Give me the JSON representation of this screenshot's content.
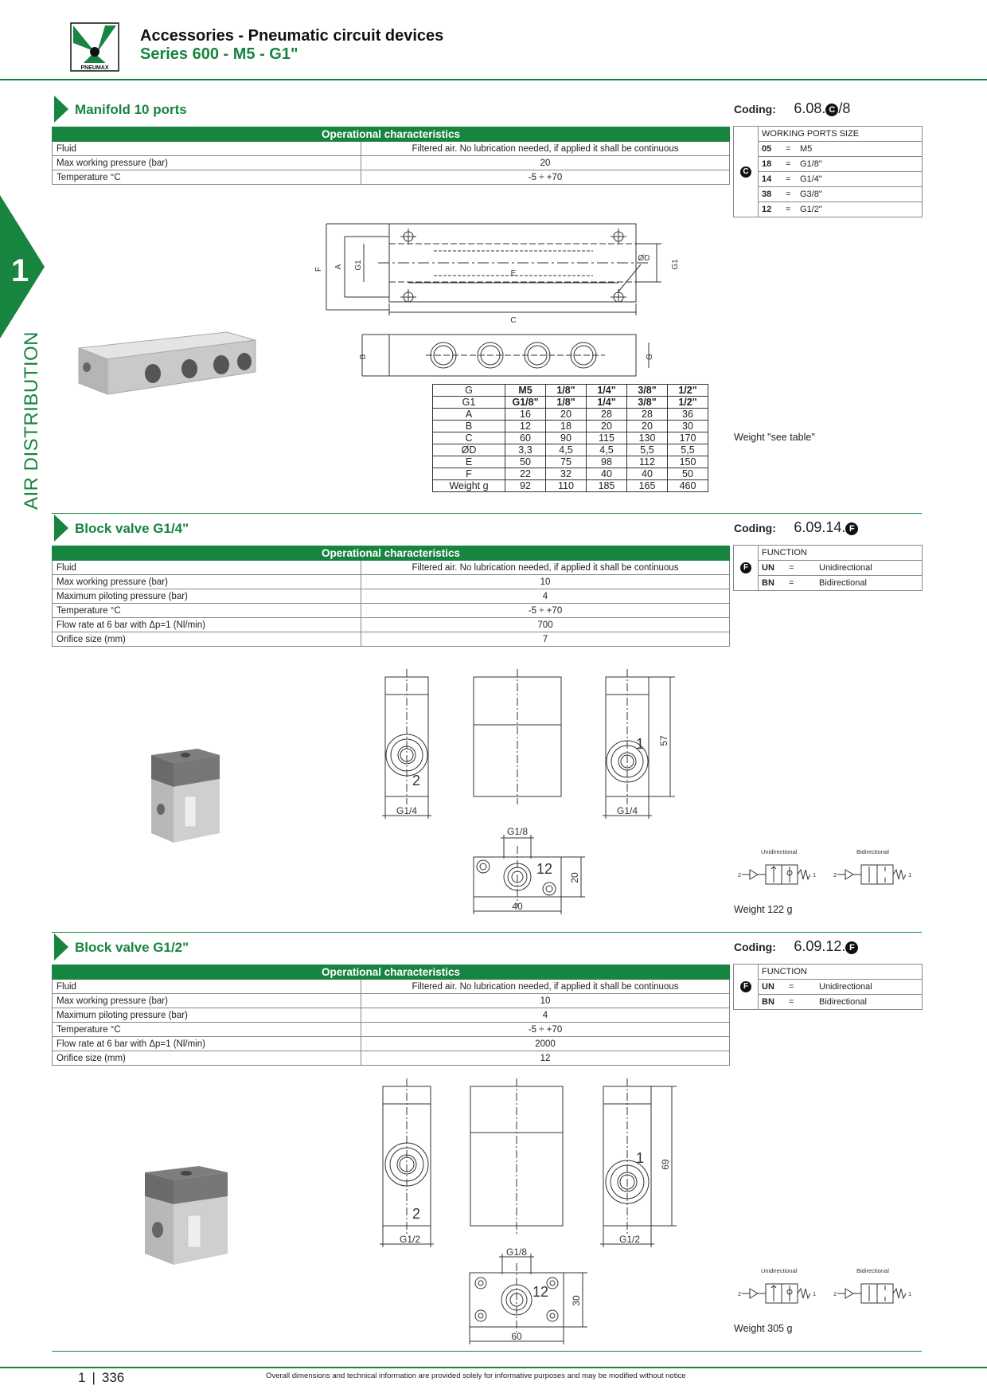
{
  "header": {
    "brand": "PNEUMAX",
    "title": "Accessories - Pneumatic circuit devices",
    "subtitle": "Series 600 - M5 - G1\""
  },
  "side_tab": {
    "number": "1",
    "label": "AIR DISTRIBUTION"
  },
  "manifold": {
    "title": "Manifold 10 ports",
    "coding_label": "Coding:",
    "coding_prefix": "6.08.",
    "coding_bullet": "C",
    "coding_suffix": "/8",
    "op_header": "Operational characteristics",
    "op_rows": [
      {
        "label": "Fluid",
        "value": "Filtered air. No lubrication needed, if applied it shall be continuous"
      },
      {
        "label": "Max working pressure (bar)",
        "value": "20"
      },
      {
        "label": "Temperature °C",
        "value": "-5 ÷ +70"
      }
    ],
    "code_box": {
      "header": "WORKING PORTS SIZE",
      "bullet": "C",
      "rows": [
        {
          "code": "05",
          "eq": "=",
          "val": "M5"
        },
        {
          "code": "18",
          "eq": "=",
          "val": "G1/8\""
        },
        {
          "code": "14",
          "eq": "=",
          "val": "G1/4\""
        },
        {
          "code": "38",
          "eq": "=",
          "val": "G3/8\""
        },
        {
          "code": "12",
          "eq": "=",
          "val": "G1/2\""
        }
      ]
    },
    "drawing_labels": {
      "F": "F",
      "A": "A",
      "G1": "G1",
      "E": "E",
      "D": "ØD",
      "C": "C",
      "B": "B",
      "G": "G"
    },
    "dim_table": {
      "rows": [
        [
          "G",
          "M5",
          "1/8\"",
          "1/4\"",
          "3/8\"",
          "1/2\""
        ],
        [
          "G1",
          "G1/8\"",
          "1/8\"",
          "1/4\"",
          "3/8\"",
          "1/2\""
        ],
        [
          "A",
          "16",
          "20",
          "28",
          "28",
          "36"
        ],
        [
          "B",
          "12",
          "18",
          "20",
          "20",
          "30"
        ],
        [
          "C",
          "60",
          "90",
          "115",
          "130",
          "170"
        ],
        [
          "ØD",
          "3,3",
          "4,5",
          "4,5",
          "5,5",
          "5,5"
        ],
        [
          "E",
          "50",
          "75",
          "98",
          "112",
          "150"
        ],
        [
          "F",
          "22",
          "32",
          "40",
          "40",
          "50"
        ],
        [
          "Weight g",
          "92",
          "110",
          "185",
          "165",
          "460"
        ]
      ]
    },
    "weight": "Weight \"see table\""
  },
  "valve14": {
    "title": "Block valve G1/4\"",
    "coding_label": "Coding:",
    "coding_prefix": "6.09.14.",
    "coding_bullet": "F",
    "op_header": "Operational characteristics",
    "op_rows": [
      {
        "label": "Fluid",
        "value": "Filtered air. No lubrication needed, if applied it shall be continuous"
      },
      {
        "label": "Max working pressure (bar)",
        "value": "10"
      },
      {
        "label": "Maximum piloting pressure (bar)",
        "value": "4"
      },
      {
        "label": "Temperature °C",
        "value": "-5 ÷ +70"
      },
      {
        "label": "Flow rate at 6 bar with Δp=1 (Nl/min)",
        "value": "700"
      },
      {
        "label": "Orifice size (mm)",
        "value": "7"
      }
    ],
    "code_box": {
      "header": "FUNCTION",
      "bullet": "F",
      "rows": [
        {
          "code": "UN",
          "eq": "=",
          "val": "Unidirectional"
        },
        {
          "code": "BN",
          "eq": "=",
          "val": "Bidirectional"
        }
      ]
    },
    "drawing_labels": {
      "port2": "2",
      "port1": "1",
      "g14a": "G1/4",
      "g14b": "G1/4",
      "h": "57",
      "g18": "G1/8",
      "p12": "12",
      "w": "40",
      "d": "20"
    },
    "symbol_uni": "Unidirectional",
    "symbol_bi": "Bidirectional",
    "symbol_port1": "1",
    "symbol_port2": "2",
    "weight": "Weight 122 g"
  },
  "valve12": {
    "title": "Block valve G1/2\"",
    "coding_label": "Coding:",
    "coding_prefix": "6.09.12.",
    "coding_bullet": "F",
    "op_header": "Operational characteristics",
    "op_rows": [
      {
        "label": "Fluid",
        "value": "Filtered air. No lubrication needed, if applied it shall be continuous"
      },
      {
        "label": "Max working pressure (bar)",
        "value": "10"
      },
      {
        "label": "Maximum piloting pressure (bar)",
        "value": "4"
      },
      {
        "label": "Temperature °C",
        "value": "-5 ÷ +70"
      },
      {
        "label": "Flow rate at 6 bar with Δp=1 (Nl/min)",
        "value": "2000"
      },
      {
        "label": "Orifice size (mm)",
        "value": "12"
      }
    ],
    "code_box": {
      "header": "FUNCTION",
      "bullet": "F",
      "rows": [
        {
          "code": "UN",
          "eq": "=",
          "val": "Unidirectional"
        },
        {
          "code": "BN",
          "eq": "=",
          "val": "Bidirectional"
        }
      ]
    },
    "drawing_labels": {
      "port2": "2",
      "port1": "1",
      "g12a": "G1/2",
      "g12b": "G1/2",
      "h": "69",
      "g18": "G1/8",
      "p12": "12",
      "w": "60",
      "d": "30"
    },
    "symbol_uni": "Unidirectional",
    "symbol_bi": "Bidirectional",
    "symbol_port1": "1",
    "symbol_port2": "2",
    "weight": "Weight 305 g"
  },
  "footer": {
    "chapter": "1",
    "page": "336",
    "note": "Overall dimensions and technical information are provided solely for informative purposes and may be modified without notice"
  },
  "colors": {
    "brand_green": "#17843f"
  }
}
